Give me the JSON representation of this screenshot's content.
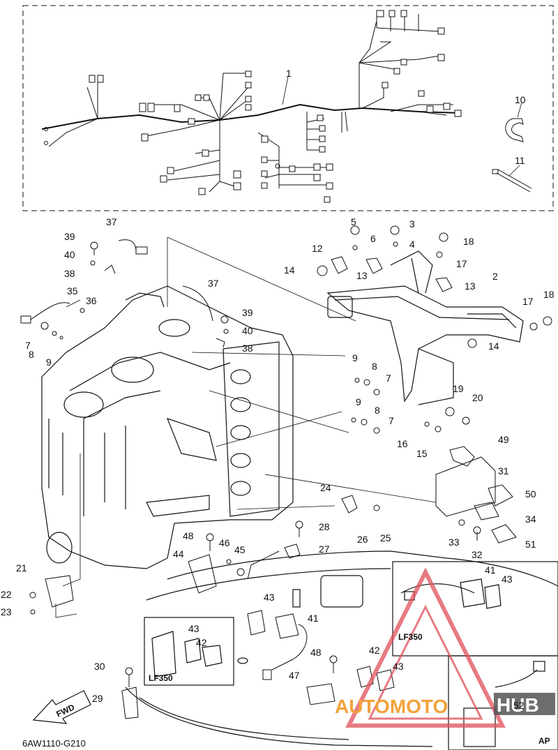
{
  "diagram": {
    "reference_code": "6AW1110-G210",
    "fwd_label": "FWD",
    "inset_lf350_left": "LF350",
    "inset_lf350_right": "LF350",
    "inset_ap": "AP",
    "watermark_left": "AUTOMOTO",
    "watermark_right": "HUB",
    "watermark_color": "#e0505a",
    "accent_orange": "#f2a23a"
  },
  "callouts": [
    {
      "id": "c1",
      "label": "1"
    },
    {
      "id": "c10",
      "label": "10"
    },
    {
      "id": "c11",
      "label": "11"
    },
    {
      "id": "c37a",
      "label": "37"
    },
    {
      "id": "c39a",
      "label": "39"
    },
    {
      "id": "c40a",
      "label": "40"
    },
    {
      "id": "c38a",
      "label": "38"
    },
    {
      "id": "c35",
      "label": "35"
    },
    {
      "id": "c36",
      "label": "36"
    },
    {
      "id": "c37b",
      "label": "37"
    },
    {
      "id": "c39b",
      "label": "39"
    },
    {
      "id": "c40b",
      "label": "40"
    },
    {
      "id": "c38b",
      "label": "38"
    },
    {
      "id": "c7a",
      "label": "7"
    },
    {
      "id": "c8a",
      "label": "8"
    },
    {
      "id": "c9a",
      "label": "9"
    },
    {
      "id": "c5",
      "label": "5"
    },
    {
      "id": "c6",
      "label": "6"
    },
    {
      "id": "c3",
      "label": "3"
    },
    {
      "id": "c4",
      "label": "4"
    },
    {
      "id": "c18a",
      "label": "18"
    },
    {
      "id": "c12",
      "label": "12"
    },
    {
      "id": "c14a",
      "label": "14"
    },
    {
      "id": "c13a",
      "label": "13"
    },
    {
      "id": "c17a",
      "label": "17"
    },
    {
      "id": "c13b",
      "label": "13"
    },
    {
      "id": "c2",
      "label": "2"
    },
    {
      "id": "c17b",
      "label": "17"
    },
    {
      "id": "c18b",
      "label": "18"
    },
    {
      "id": "c14b",
      "label": "14"
    },
    {
      "id": "c9b",
      "label": "9"
    },
    {
      "id": "c8b",
      "label": "8"
    },
    {
      "id": "c7b",
      "label": "7"
    },
    {
      "id": "c9c",
      "label": "9"
    },
    {
      "id": "c8c",
      "label": "8"
    },
    {
      "id": "c7c",
      "label": "7"
    },
    {
      "id": "c19",
      "label": "19"
    },
    {
      "id": "c20",
      "label": "20"
    },
    {
      "id": "c16",
      "label": "16"
    },
    {
      "id": "c15",
      "label": "15"
    },
    {
      "id": "c49",
      "label": "49"
    },
    {
      "id": "c31",
      "label": "31"
    },
    {
      "id": "c50",
      "label": "50"
    },
    {
      "id": "c34",
      "label": "34"
    },
    {
      "id": "c33",
      "label": "33"
    },
    {
      "id": "c32",
      "label": "32"
    },
    {
      "id": "c51",
      "label": "51"
    },
    {
      "id": "c24",
      "label": "24"
    },
    {
      "id": "c26",
      "label": "26"
    },
    {
      "id": "c25",
      "label": "25"
    },
    {
      "id": "c28",
      "label": "28"
    },
    {
      "id": "c27",
      "label": "27"
    },
    {
      "id": "c48a",
      "label": "48"
    },
    {
      "id": "c46",
      "label": "46"
    },
    {
      "id": "c45",
      "label": "45"
    },
    {
      "id": "c44",
      "label": "44"
    },
    {
      "id": "c21",
      "label": "21"
    },
    {
      "id": "c22",
      "label": "22"
    },
    {
      "id": "c23",
      "label": "23"
    },
    {
      "id": "c43a",
      "label": "43"
    },
    {
      "id": "c41a",
      "label": "41"
    },
    {
      "id": "c43b",
      "label": "43"
    },
    {
      "id": "c42a",
      "label": "42"
    },
    {
      "id": "c41b",
      "label": "41"
    },
    {
      "id": "c43c",
      "label": "43"
    },
    {
      "id": "c42b",
      "label": "42"
    },
    {
      "id": "c43d",
      "label": "43"
    },
    {
      "id": "c48b",
      "label": "48"
    },
    {
      "id": "c47",
      "label": "47"
    },
    {
      "id": "c30",
      "label": "30"
    },
    {
      "id": "c29",
      "label": "29"
    },
    {
      "id": "c52",
      "label": "52"
    }
  ]
}
